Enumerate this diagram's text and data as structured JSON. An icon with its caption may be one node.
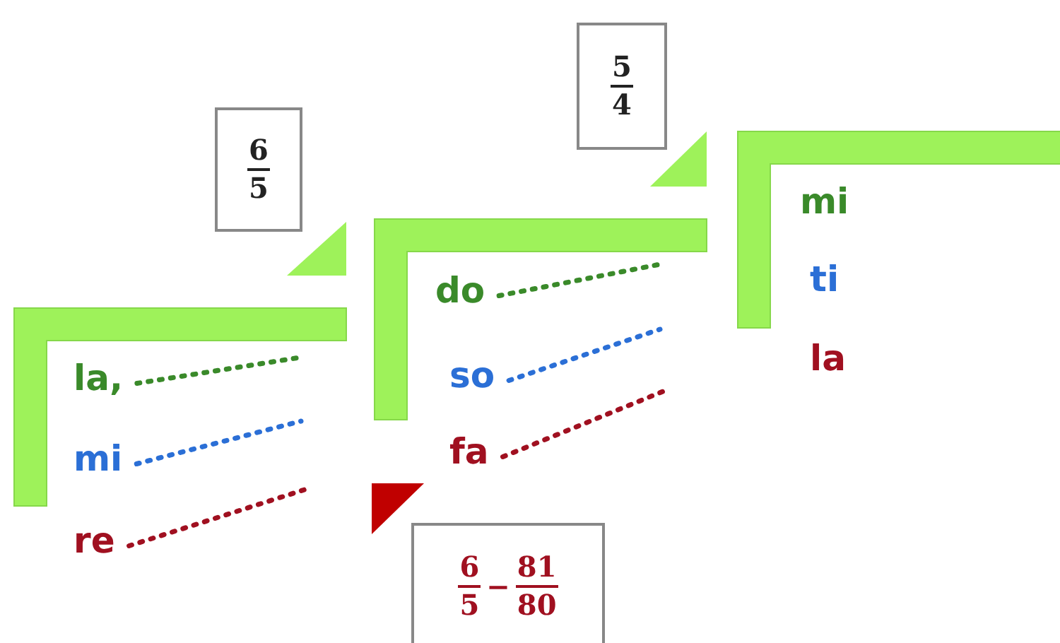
{
  "diagram": {
    "nodes": [
      {
        "text": [
          "6",
          "5"
        ]
      },
      {
        "text": [
          "la,"
        ]
      },
      {
        "text": [
          "mi"
        ]
      },
      {
        "text": [
          "re"
        ]
      },
      {
        "text": [
          "5",
          "4"
        ]
      },
      {
        "text": [
          "do"
        ]
      },
      {
        "text": [
          "so"
        ]
      },
      {
        "text": [
          "fa"
        ]
      },
      {
        "text": [
          "6",
          "5",
          "−",
          "81",
          "80"
        ]
      },
      {
        "text": [
          "mi"
        ]
      },
      {
        "text": [
          "ti"
        ]
      },
      {
        "text": [
          "la"
        ]
      }
    ],
    "edges": [
      {
        "from": 1,
        "to": null,
        "arrow": "none",
        "style": "dashed",
        "color": "#3a8a2a"
      },
      {
        "from": 2,
        "to": null,
        "arrow": "none",
        "style": "dashed",
        "color": "#2b6fd6"
      },
      {
        "from": 3,
        "to": null,
        "arrow": "none",
        "style": "dashed",
        "color": "#a01020"
      },
      {
        "from": 5,
        "to": null,
        "arrow": "none",
        "style": "dashed",
        "color": "#3a8a2a"
      },
      {
        "from": 6,
        "to": null,
        "arrow": "none",
        "style": "dashed",
        "color": "#2b6fd6"
      },
      {
        "from": 7,
        "to": null,
        "arrow": "none",
        "style": "dashed",
        "color": "#a01020"
      }
    ]
  }
}
